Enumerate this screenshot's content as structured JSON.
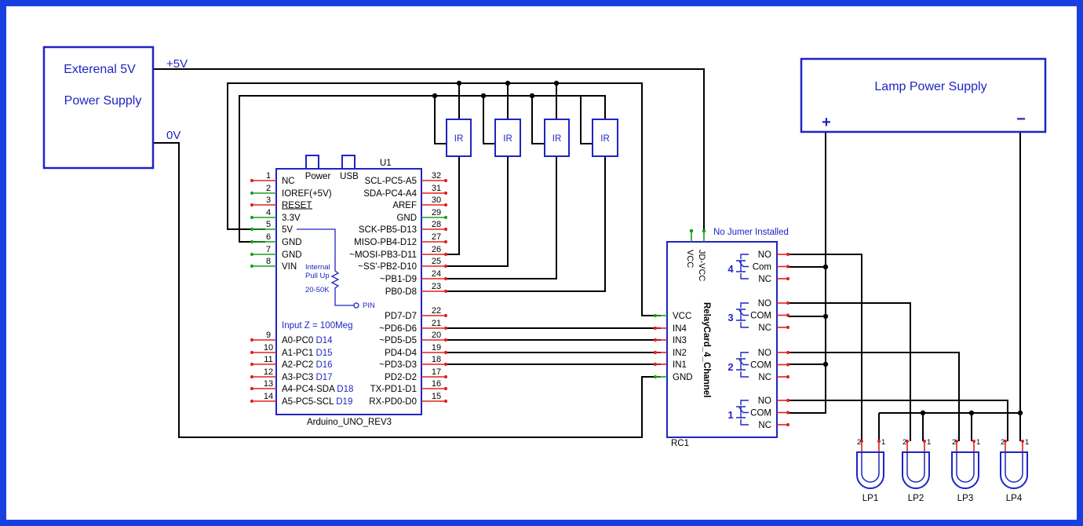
{
  "ext_supply": {
    "line1": "Exterenal 5V",
    "line2": "Power Supply",
    "plus_label": "+5V",
    "zero_label": "0V"
  },
  "lamp_supply": {
    "title": "Lamp Power Supply",
    "plus": "+",
    "minus": "−"
  },
  "arduino": {
    "ref": "U1",
    "name": "Arduino_UNO_REV3",
    "power_tab": "Power",
    "usb_tab": "USB",
    "internal_pullup": [
      "Internal",
      "Pull Up",
      "20-50K"
    ],
    "pin_label": "PIN",
    "input_z": "Input Z = 100Meg",
    "left_pins": [
      {
        "num": "1",
        "name": "NC",
        "dig": ""
      },
      {
        "num": "2",
        "name": "IOREF(+5V)",
        "dig": ""
      },
      {
        "num": "3",
        "name": "RESET",
        "dig": ""
      },
      {
        "num": "4",
        "name": "3.3V",
        "dig": ""
      },
      {
        "num": "5",
        "name": "5V",
        "dig": ""
      },
      {
        "num": "6",
        "name": "GND",
        "dig": ""
      },
      {
        "num": "7",
        "name": "GND",
        "dig": ""
      },
      {
        "num": "8",
        "name": "VIN",
        "dig": ""
      },
      {
        "num": "9",
        "name": "A0-PC0",
        "dig": "D14"
      },
      {
        "num": "10",
        "name": "A1-PC1",
        "dig": "D15"
      },
      {
        "num": "11",
        "name": "A2-PC2",
        "dig": "D16"
      },
      {
        "num": "12",
        "name": "A3-PC3",
        "dig": "D17"
      },
      {
        "num": "13",
        "name": "A4-PC4-SDA",
        "dig": "D18"
      },
      {
        "num": "14",
        "name": "A5-PC5-SCL",
        "dig": "D19"
      }
    ],
    "right_pins": [
      {
        "num": "32",
        "name": "SCL-PC5-A5"
      },
      {
        "num": "31",
        "name": "SDA-PC4-A4"
      },
      {
        "num": "30",
        "name": "AREF"
      },
      {
        "num": "29",
        "name": "GND"
      },
      {
        "num": "28",
        "name": "SCK-PB5-D13"
      },
      {
        "num": "27",
        "name": "MISO-PB4-D12"
      },
      {
        "num": "26",
        "name": "~MOSI-PB3-D11"
      },
      {
        "num": "25",
        "name": "~SS'-PB2-D10"
      },
      {
        "num": "24",
        "name": "~PB1-D9"
      },
      {
        "num": "23",
        "name": "PB0-D8"
      },
      {
        "num": "22",
        "name": "PD7-D7"
      },
      {
        "num": "21",
        "name": "~PD6-D6"
      },
      {
        "num": "20",
        "name": "~PD5-D5"
      },
      {
        "num": "19",
        "name": "PD4-D4"
      },
      {
        "num": "18",
        "name": "~PD3-D3"
      },
      {
        "num": "17",
        "name": "PD2-D2"
      },
      {
        "num": "16",
        "name": "TX-PD1-D1"
      },
      {
        "num": "15",
        "name": "RX-PD0-D0"
      }
    ]
  },
  "ir_sensors": [
    "IR",
    "IR",
    "IR",
    "IR"
  ],
  "relay": {
    "ref": "RC1",
    "name": "RelayCard_4_Channel",
    "jumper_note": "No Jumer Installed",
    "top_vcc": "VCC",
    "top_jdvcc": "JD-VCC",
    "inputs": [
      "VCC",
      "IN4",
      "IN3",
      "IN2",
      "IN1",
      "GND"
    ],
    "channels": [
      {
        "num": "4",
        "contacts": [
          "NO",
          "Com",
          "NC"
        ]
      },
      {
        "num": "3",
        "contacts": [
          "NO",
          "COM",
          "NC"
        ]
      },
      {
        "num": "2",
        "contacts": [
          "NO",
          "COM",
          "NC"
        ]
      },
      {
        "num": "1",
        "contacts": [
          "NO",
          "COM",
          "NC"
        ]
      }
    ]
  },
  "lamps": [
    {
      "ref": "LP1",
      "pin1": "1",
      "pin2": "2"
    },
    {
      "ref": "LP2",
      "pin1": "1",
      "pin2": "2"
    },
    {
      "ref": "LP3",
      "pin1": "1",
      "pin2": "2"
    },
    {
      "ref": "LP4",
      "pin1": "1",
      "pin2": "2"
    }
  ],
  "colors": {
    "component_outline": "#1f24c4",
    "frame": "#1a3fe0",
    "wire": "#000000",
    "pin_dot": "#e02020",
    "pin_dot_gnd": "#1aa01a"
  }
}
